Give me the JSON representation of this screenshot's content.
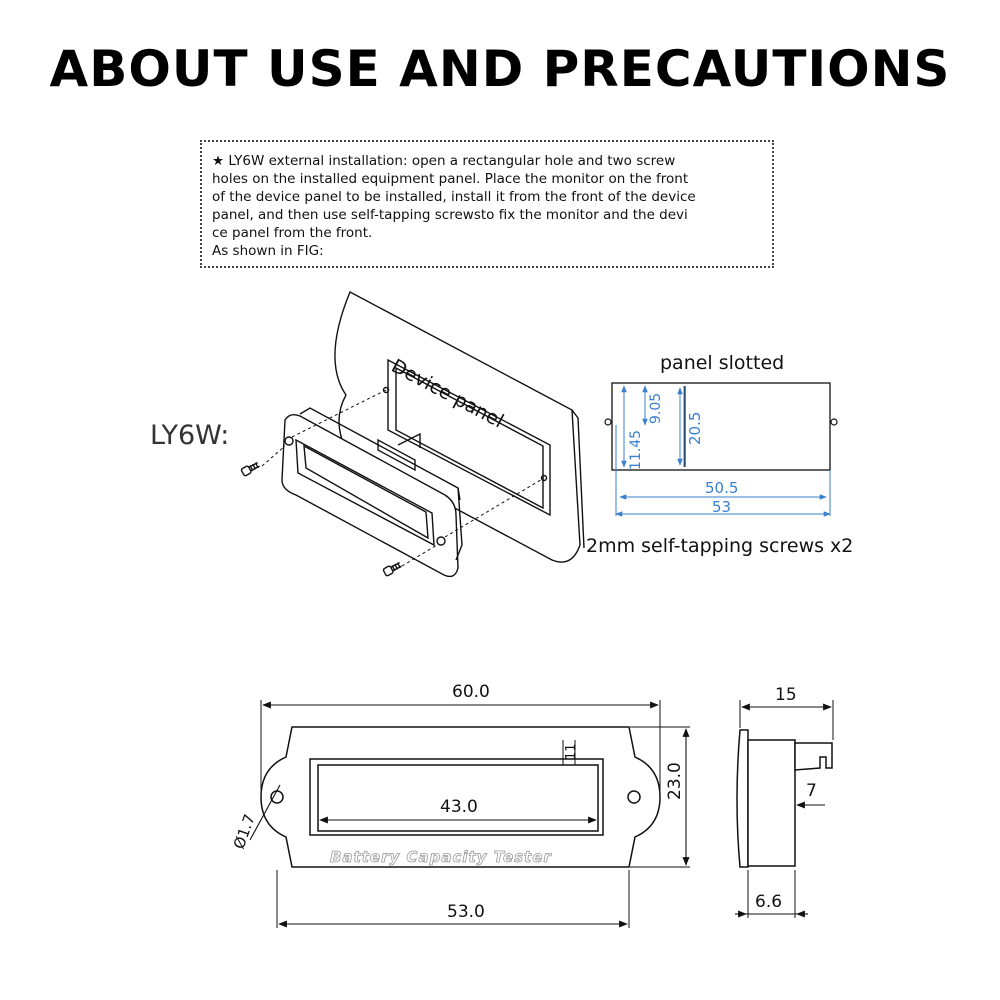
{
  "title": "ABOUT USE AND PRECAUTIONS",
  "note": {
    "lines": [
      "★ LY6W external installation: open a rectangular hole and two screw",
      "holes on the installed equipment panel. Place the monitor on the front",
      "of the device panel to be installed, install it from the front of the device",
      "panel, and then use self-tapping screwsto fix the monitor and the devi",
      "ce panel from the front.",
      "As shown in FIG:"
    ]
  },
  "install": {
    "model_label": "LY6W:",
    "device_panel_label": "Device panel",
    "screws_label": "2mm self-tapping screws x2"
  },
  "slot": {
    "title": "panel slotted",
    "dim_11_45": "11.45",
    "dim_9_05": "9.05",
    "dim_20_5": "20.5",
    "dim_50_5": "50.5",
    "dim_53": "53"
  },
  "front": {
    "dim_60": "60.0",
    "dim_43": "43.0",
    "dim_53": "53.0",
    "dim_23": "23.0",
    "dim_11": "11",
    "dim_hole": "Ø1.7",
    "engraving": "Battery Capacity Tester"
  },
  "side": {
    "dim_15": "15",
    "dim_7": "7",
    "dim_6_6": "6.6"
  },
  "colors": {
    "dimension_blue": "#3a7fd0",
    "line_black": "#111111"
  }
}
